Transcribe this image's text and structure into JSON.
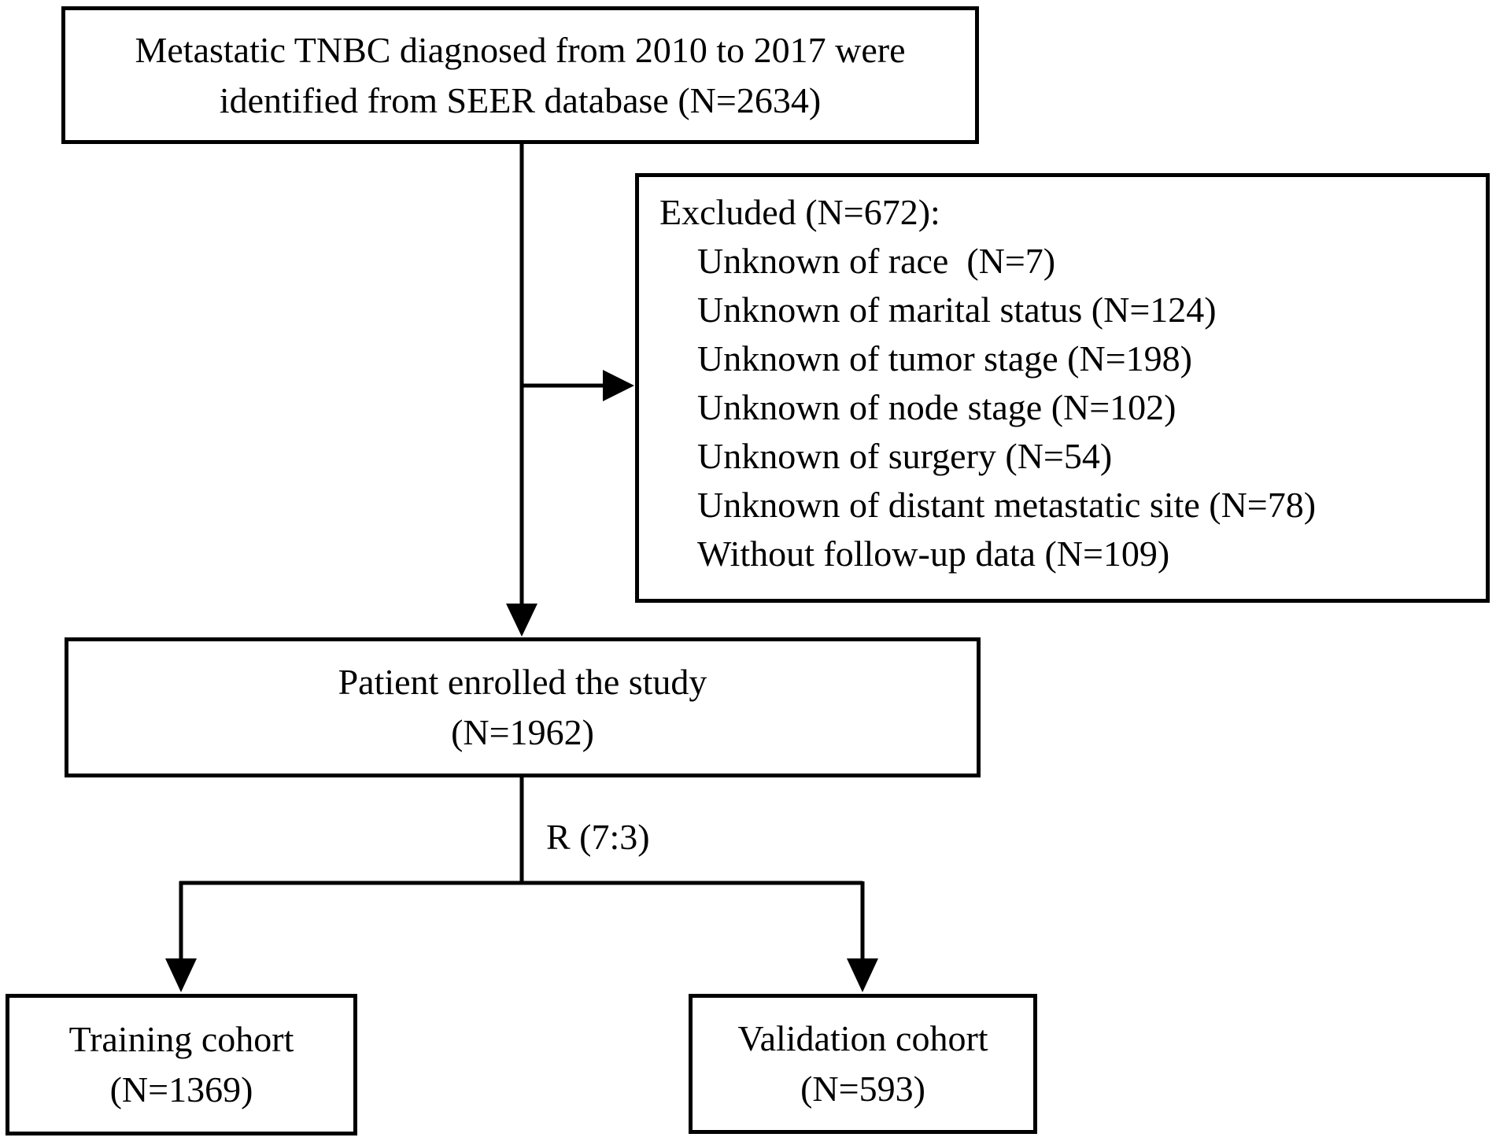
{
  "figure": {
    "type": "study-flowchart",
    "boxes": {
      "identified": {
        "line1": "Metastatic TNBC diagnosed from 2010 to 2017 were",
        "line2": "identified from SEER database (N=2634)"
      },
      "excluded": {
        "title": "Excluded (N=672):",
        "items": [
          "Unknown of race  (N=7)",
          "Unknown of marital status (N=124)",
          "Unknown of tumor stage (N=198)",
          "Unknown of node stage (N=102)",
          "Unknown of surgery (N=54)",
          "Unknown of distant metastatic site (N=78)",
          "Without follow-up data (N=109)"
        ]
      },
      "enrolled": {
        "line1": "Patient enrolled the study",
        "line2": "(N=1962)"
      },
      "training": {
        "line1": "Training cohort",
        "line2": "(N=1369)"
      },
      "validation": {
        "line1": "Validation cohort",
        "line2": "(N=593)"
      }
    },
    "labels": {
      "randomization_ratio": "R (7:3)"
    },
    "colors": {
      "ink": "#000000",
      "background": "#ffffff"
    }
  }
}
